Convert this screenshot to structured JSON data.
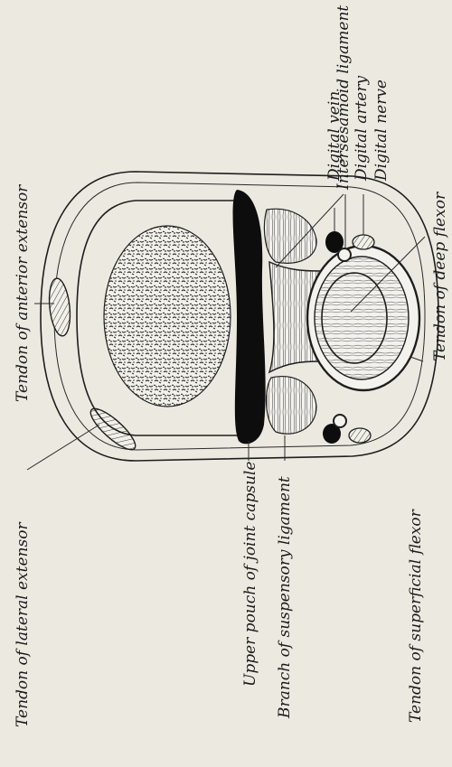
{
  "figure": {
    "labels": {
      "lateral_extensor": "Tendon of lateral extensor",
      "anterior_extensor": "Tendon of anterior extensor",
      "upper_pouch": "Upper pouch of joint capsule",
      "suspensory_branch": "Branch of suspensory ligament",
      "intersesamoid": "Intersesamoid ligament",
      "digital_vein": "Digital vein",
      "digital_artery": "Digital artery",
      "digital_nerve": "Digital nerve",
      "superficial_flexor": "Tendon of superficial flexor",
      "deep_flexor": "Tendon of deep flexor"
    }
  }
}
